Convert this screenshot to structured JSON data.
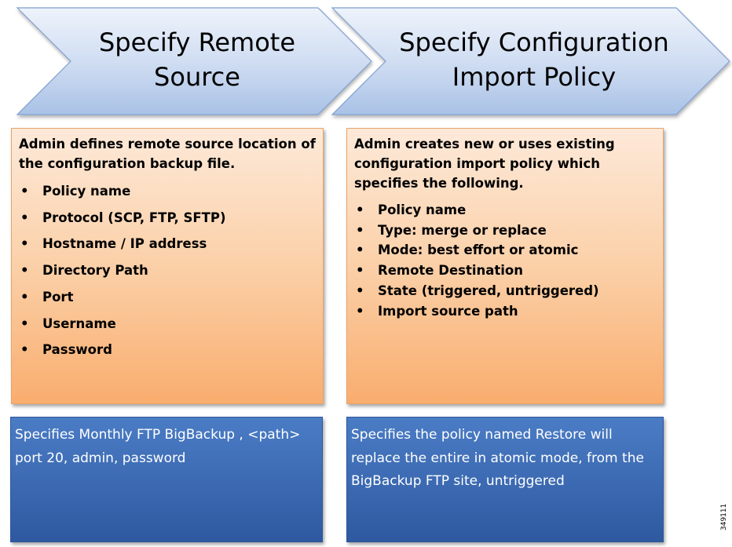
{
  "steps": [
    {
      "title_line1": "Specify Remote",
      "title_line2": "Source",
      "intro": "Admin defines remote source location of the configuration backup file.",
      "items": [
        "Policy name",
        "Protocol (SCP, FTP, SFTP)",
        "Hostname / IP address",
        "Directory Path",
        "Port",
        "Username",
        "Password"
      ],
      "example": "Specifies Monthly FTP BigBackup , <path> port 20, admin, password"
    },
    {
      "title_line1": "Specify Configuration",
      "title_line2": "Import Policy",
      "intro": "Admin creates new or uses existing configuration import policy which specifies the following.",
      "items": [
        "Policy name",
        "Type: merge or replace",
        "Mode: best effort or atomic",
        "Remote Destination",
        "State (triggered, untriggered)",
        "Import source path"
      ],
      "example": "Specifies the policy named Restore will replace the entire in atomic mode, from the BigBackup FTP site, untriggered"
    }
  ],
  "bullet": "•",
  "figure_id": "349111",
  "colors": {
    "chevron_fill_top": "#eef3fb",
    "chevron_fill_bottom": "#a9c2e6",
    "chevron_stroke": "#7f9fd0",
    "detail_box_top": "#fde9d9",
    "detail_box_bottom": "#f9ad6e",
    "example_box": "#3d6bb3"
  }
}
